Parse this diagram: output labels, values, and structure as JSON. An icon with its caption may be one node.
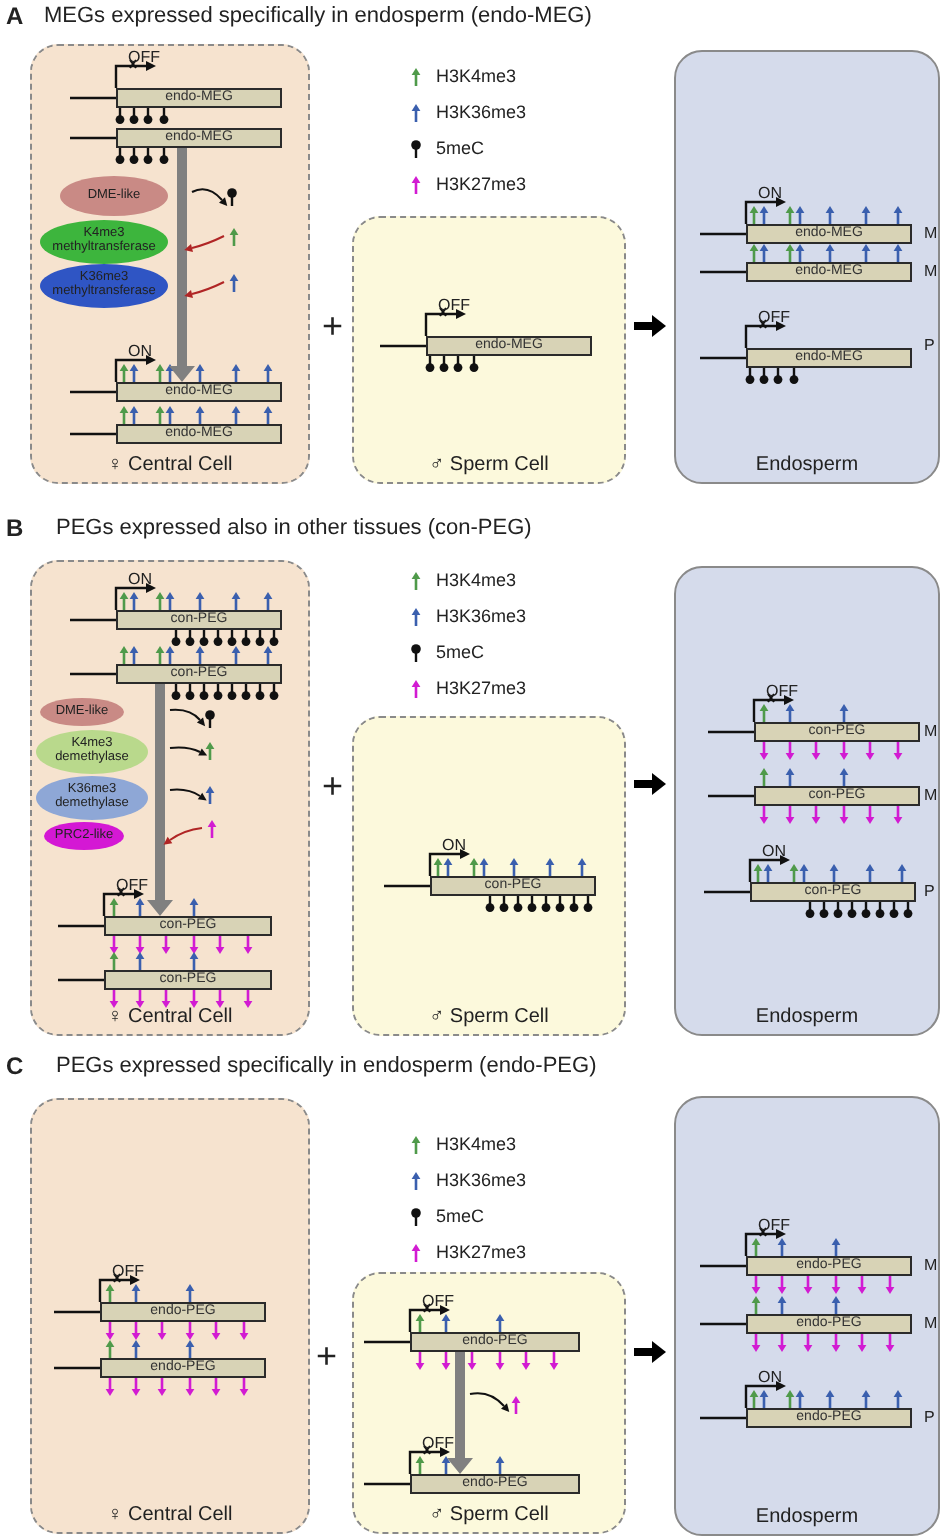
{
  "diagram": {
    "nodes": [
      {
        "text": [
          "♀ Central Cell"
        ]
      },
      {
        "text": [
          "endo-MEG"
        ],
        "in": 0,
        "beside": [
          "OFF"
        ]
      },
      {
        "text": [
          "endo-MEG"
        ],
        "in": 0
      },
      {
        "text": [
          "DME-like"
        ],
        "in": 0
      },
      {
        "text": [
          "K4me3 methyltransferase"
        ],
        "in": 0
      },
      {
        "text": [
          "K36me3 methyltransferase"
        ],
        "in": 0
      },
      {
        "text": [
          "endo-MEG"
        ],
        "in": 0,
        "beside": [
          "ON"
        ]
      },
      {
        "text": [
          "endo-MEG"
        ],
        "in": 0
      },
      {
        "text": [
          "♂ Sperm Cell"
        ]
      },
      {
        "text": [
          "endo-MEG"
        ],
        "in": 8,
        "beside": [
          "OFF"
        ]
      },
      {
        "text": [
          "Endosperm"
        ]
      },
      {
        "text": [
          "endo-MEG"
        ],
        "in": 10,
        "beside": [
          "ON"
        ]
      },
      {
        "text": [
          "endo-MEG"
        ],
        "in": 10
      },
      {
        "text": [
          "endo-MEG"
        ],
        "in": 10,
        "beside": [
          "OFF"
        ]
      },
      {
        "text": [
          "♀ Central Cell"
        ]
      },
      {
        "text": [
          "con-PEG"
        ],
        "in": 14,
        "beside": [
          "ON"
        ]
      },
      {
        "text": [
          "con-PEG"
        ],
        "in": 14
      },
      {
        "text": [
          "DME-like"
        ],
        "in": 14
      },
      {
        "text": [
          "K4me3 demethylase"
        ],
        "in": 14
      },
      {
        "text": [
          "K36me3 demethylase"
        ],
        "in": 14
      },
      {
        "text": [
          "PRC2-like"
        ],
        "in": 14
      },
      {
        "text": [
          "con-PEG"
        ],
        "in": 14,
        "beside": [
          "OFF"
        ]
      },
      {
        "text": [
          "con-PEG"
        ],
        "in": 14
      },
      {
        "text": [
          "♂ Sperm Cell"
        ]
      },
      {
        "text": [
          "con-PEG"
        ],
        "in": 23,
        "beside": [
          "ON"
        ]
      },
      {
        "text": [
          "Endosperm"
        ]
      },
      {
        "text": [
          "con-PEG"
        ],
        "in": 25,
        "beside": [
          "OFF"
        ]
      },
      {
        "text": [
          "con-PEG"
        ],
        "in": 25
      },
      {
        "text": [
          "con-PEG"
        ],
        "in": 25,
        "beside": [
          "ON"
        ]
      },
      {
        "text": [
          "♀ Central Cell"
        ]
      },
      {
        "text": [
          "endo-PEG"
        ],
        "in": 29,
        "beside": [
          "OFF"
        ]
      },
      {
        "text": [
          "endo-PEG"
        ],
        "in": 29
      },
      {
        "text": [
          "♂ Sperm Cell"
        ]
      },
      {
        "text": [
          "endo-PEG"
        ],
        "in": 32,
        "beside": [
          "OFF"
        ]
      },
      {
        "text": [
          "endo-PEG"
        ],
        "in": 32,
        "beside": [
          "OFF"
        ]
      },
      {
        "text": [
          "Endosperm"
        ]
      },
      {
        "text": [
          "endo-PEG"
        ],
        "in": 35,
        "beside": [
          "OFF"
        ]
      },
      {
        "text": [
          "endo-PEG"
        ],
        "in": 35
      },
      {
        "text": [
          "endo-PEG"
        ],
        "in": 35,
        "beside": [
          "ON"
        ]
      }
    ],
    "edges": [
      {
        "from": 2,
        "to": 6,
        "arrow": "to",
        "color": "#808080"
      },
      {
        "from": 8,
        "to": 10,
        "arrow": "to",
        "color": "#000000"
      },
      {
        "from": 16,
        "to": 21,
        "arrow": "to",
        "color": "#808080"
      },
      {
        "from": 23,
        "to": 25,
        "arrow": "to",
        "color": "#000000"
      },
      {
        "from": 33,
        "to": 34,
        "arrow": "to",
        "color": "#808080"
      },
      {
        "from": 32,
        "to": 35,
        "arrow": "to",
        "color": "#000000"
      }
    ],
    "labels": [
      "A",
      "MEGs expressed specifically in endosperm (endo-MEG)",
      "+",
      "M",
      "M",
      "P",
      "B",
      "PEGs expressed also in other tissues (con-PEG)",
      "+",
      "M",
      "M",
      "P",
      "C",
      "PEGs expressed specifically in endosperm (endo-PEG)",
      "+",
      "M",
      "M",
      "P"
    ],
    "legend": [
      {
        "text": "H3K4me3"
      },
      {
        "text": "H3K36me3"
      },
      {
        "text": "5meC"
      },
      {
        "text": "H3K27me3"
      },
      {
        "text": "H3K4me3"
      },
      {
        "text": "H3K36me3"
      },
      {
        "text": "5meC"
      },
      {
        "text": "H3K27me3"
      },
      {
        "text": "H3K4me3"
      },
      {
        "text": "H3K36me3"
      },
      {
        "text": "5meC"
      },
      {
        "text": "H3K27me3"
      }
    ]
  }
}
